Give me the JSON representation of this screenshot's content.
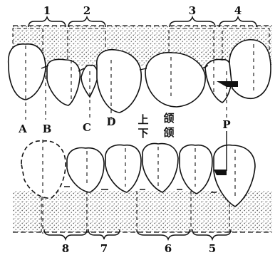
{
  "top_group_labels": [
    "1",
    "2",
    "3",
    "4"
  ],
  "bottom_group_labels": [
    "8",
    "7",
    "6",
    "5"
  ],
  "point_labels": [
    "A",
    "B",
    "C",
    "D",
    "P"
  ],
  "jaw_labels": {
    "upper_char": "上",
    "upper_word": "颌",
    "lower_char": "下",
    "lower_word": "颌"
  },
  "colors": {
    "ink": "#111111",
    "bone": "#9a9a9a",
    "paper": "#ffffff"
  }
}
